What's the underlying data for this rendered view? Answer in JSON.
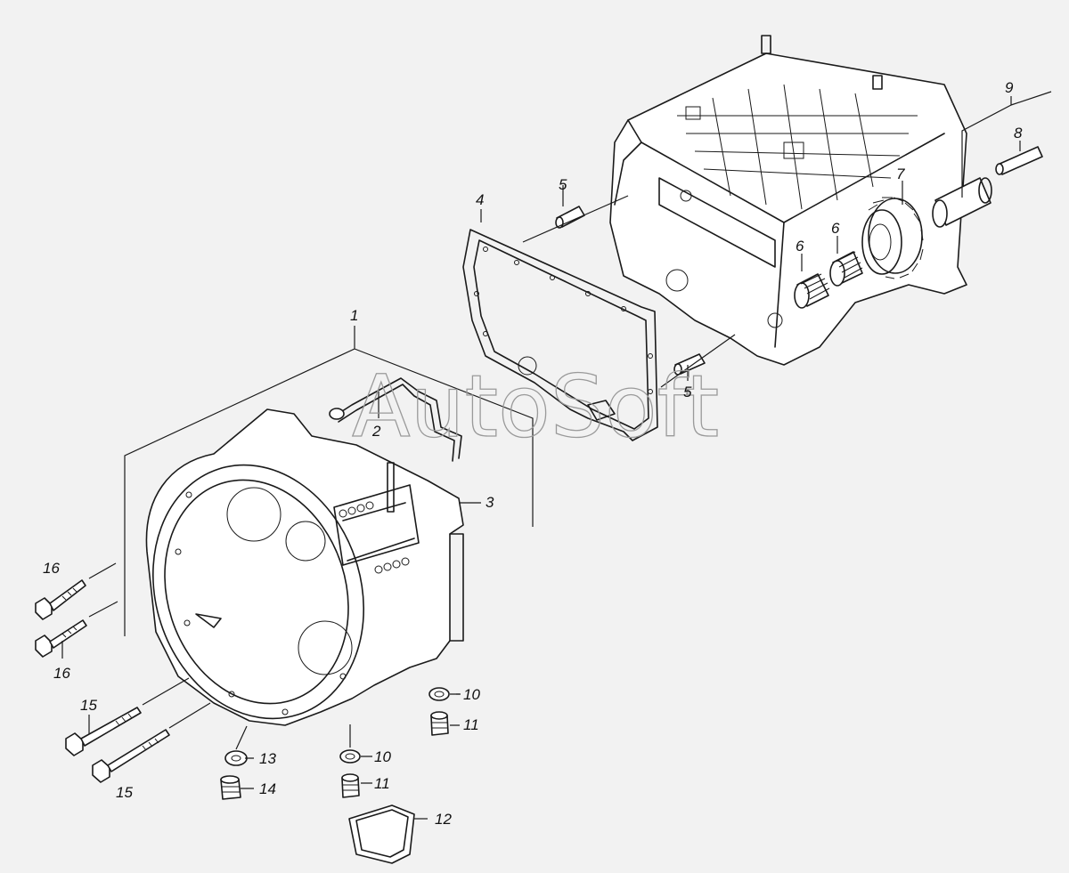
{
  "watermark": "AutoSoft",
  "callouts": {
    "c1": "1",
    "c2": "2",
    "c3": "3",
    "c4": "4",
    "c5a": "5",
    "c5b": "5",
    "c6a": "6",
    "c6b": "6",
    "c7": "7",
    "c8": "8",
    "c9": "9",
    "c10a": "10",
    "c10b": "10",
    "c11a": "11",
    "c11b": "11",
    "c12": "12",
    "c13": "13",
    "c14": "14",
    "c15a": "15",
    "c15b": "15",
    "c16a": "16",
    "c16b": "16"
  },
  "colors": {
    "background": "#f2f2f2",
    "line": "#1a1a1a",
    "watermark": "#9a9a9a"
  }
}
